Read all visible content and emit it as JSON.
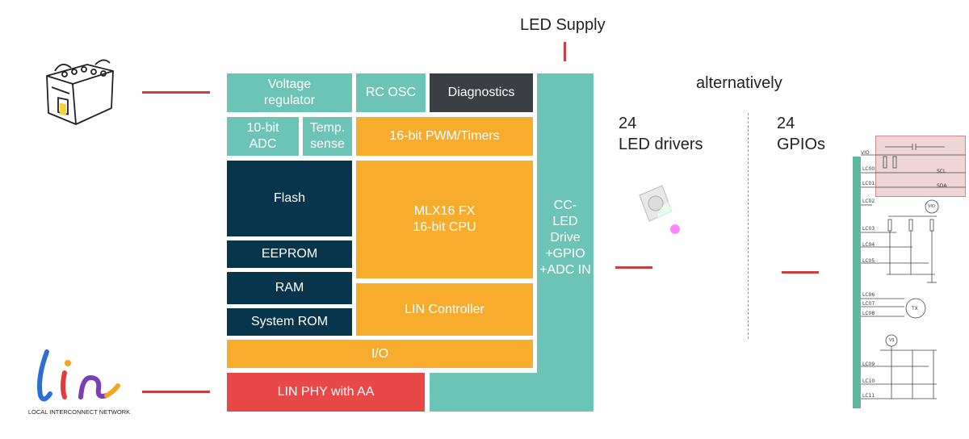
{
  "diagram": {
    "led_supply": "LED Supply",
    "alternatively": "alternatively",
    "blocks": {
      "voltage_regulator": "Voltage\nregulator",
      "rc_osc": "RC OSC",
      "diagnostics": "Diagnostics",
      "adc": "10-bit\nADC",
      "temp_sense": "Temp.\nsense",
      "pwm_timers": "16-bit PWM/Timers",
      "flash": "Flash",
      "cpu": "MLX16 FX\n16-bit CPU",
      "eeprom": "EEPROM",
      "ram": "RAM",
      "lin_controller": "LIN Controller",
      "system_rom": "System ROM",
      "io": "I/O",
      "lin_phy": "LIN PHY with AA",
      "cc_led_drive": "CC-\nLED\nDrive\n+GPIO\n+ADC IN"
    },
    "option_led": "24\nLED drivers",
    "option_gpio": "24\nGPIOs",
    "lin_logo_text": "lin",
    "lin_logo_caption": "LOCAL INTERCONNECT NETWORK",
    "schematic_labels": {
      "vio": "VIO",
      "lc00": "LC00",
      "lc01": "LC01",
      "lc02": "LC02",
      "lc03": "LC03",
      "lc04": "LC04",
      "lc05": "LC05",
      "lc06": "LC06",
      "lc07": "LC07",
      "lc08": "LC08",
      "lc09": "LC09",
      "lc10": "LC10",
      "lc11": "LC11",
      "scl": "SCL",
      "sda": "SDA",
      "vio_circle": "VIO",
      "tx": "TX",
      "vs": "VS"
    },
    "colors": {
      "teal": "#6cc4b6",
      "orange": "#f7ac2d",
      "navy": "#07354b",
      "dark": "#3b3e43",
      "red_block": "#e94848",
      "connector": "#d03d3d",
      "schematic_bar": "#5fb89e",
      "schematic_box": "#efd6d6"
    },
    "icons": [
      "car-battery-icon",
      "rgb-led-icon",
      "lin-logo-icon"
    ]
  }
}
